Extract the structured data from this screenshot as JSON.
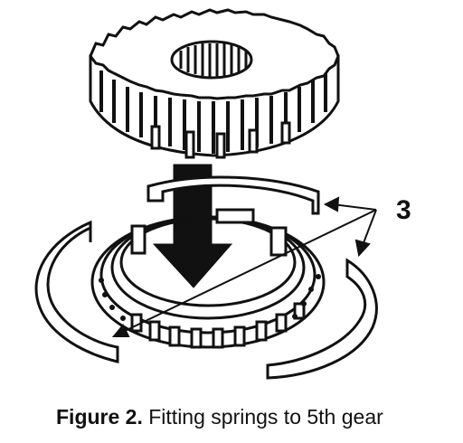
{
  "figure": {
    "callout_label": "3",
    "caption_label": "Figure 2.",
    "caption_text": "Fitting springs to 5th gear",
    "ink_color": "#111111",
    "background_color": "#ffffff"
  }
}
